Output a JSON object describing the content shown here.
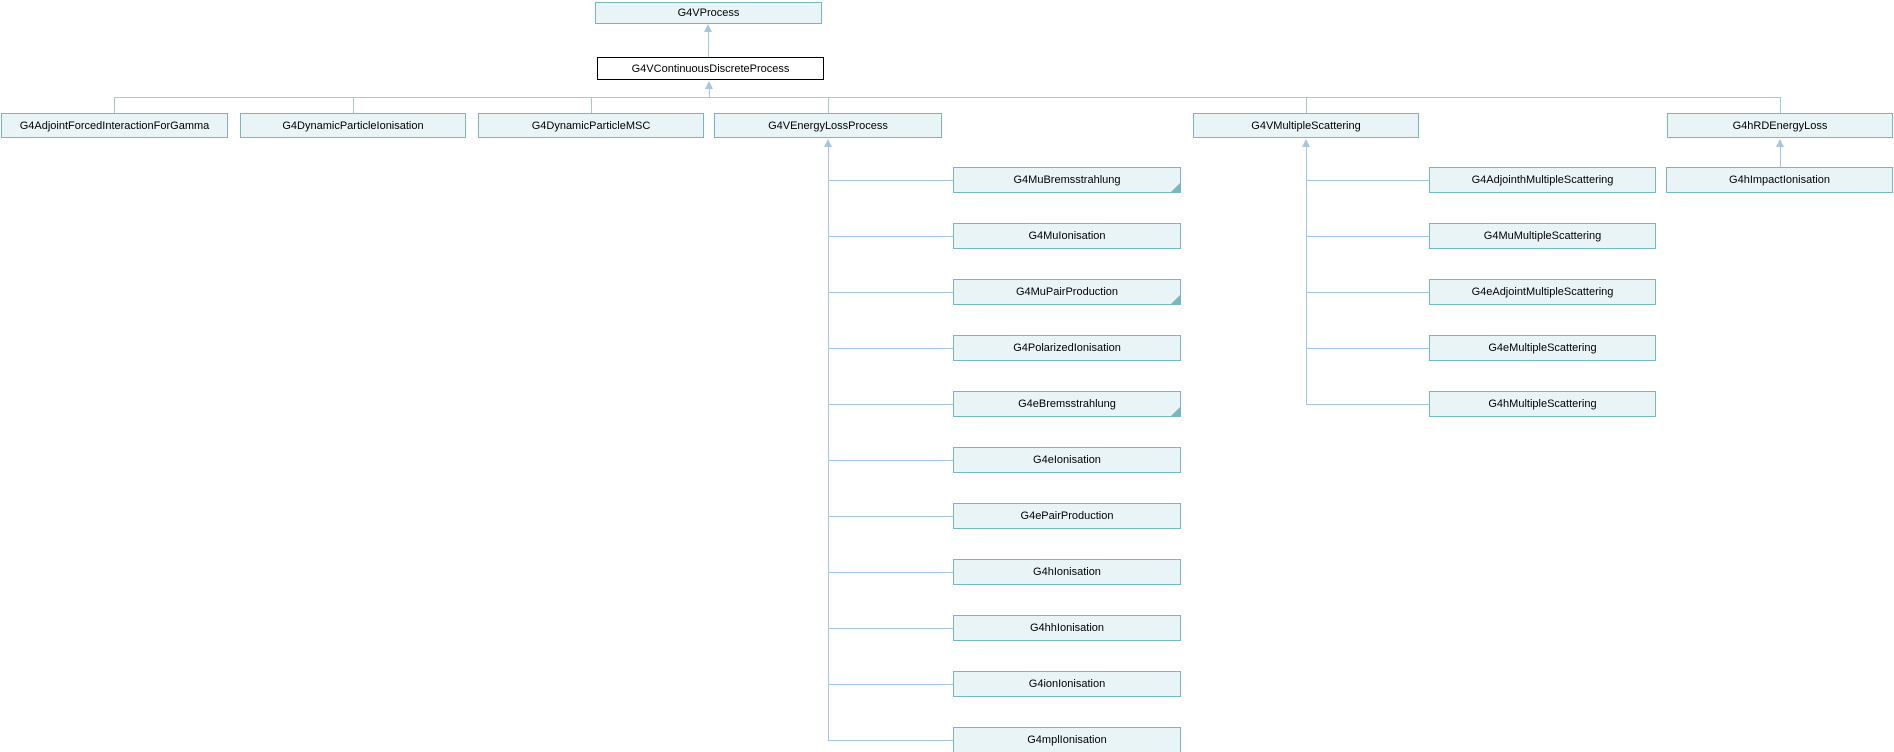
{
  "colors": {
    "node_border": "#74b9bd",
    "node_fill": "#e9f4f6",
    "current_node_border": "#000000",
    "current_node_fill": "#ffffff",
    "edge": "#a5c8e2",
    "text": "#000000"
  },
  "nodes": {
    "root": {
      "label": "G4VProcess"
    },
    "current": {
      "label": "G4VContinuousDiscreteProcess"
    },
    "level2": [
      {
        "label": "G4AdjointForcedInteractionForGamma"
      },
      {
        "label": "G4DynamicParticleIonisation"
      },
      {
        "label": "G4DynamicParticleMSC"
      },
      {
        "label": "G4VEnergyLossProcess"
      },
      {
        "label": "G4VMultipleScattering"
      },
      {
        "label": "G4hRDEnergyLoss"
      }
    ],
    "energyloss_children": [
      {
        "label": "G4MuBremsstrahlung",
        "has_subclasses": true
      },
      {
        "label": "G4MuIonisation",
        "has_subclasses": false
      },
      {
        "label": "G4MuPairProduction",
        "has_subclasses": true
      },
      {
        "label": "G4PolarizedIonisation",
        "has_subclasses": false
      },
      {
        "label": "G4eBremsstrahlung",
        "has_subclasses": true
      },
      {
        "label": "G4eIonisation",
        "has_subclasses": false
      },
      {
        "label": "G4ePairProduction",
        "has_subclasses": false
      },
      {
        "label": "G4hIonisation",
        "has_subclasses": false
      },
      {
        "label": "G4hhIonisation",
        "has_subclasses": false
      },
      {
        "label": "G4ionIonisation",
        "has_subclasses": false
      },
      {
        "label": "G4mplIonisation",
        "has_subclasses": false
      }
    ],
    "ms_children": [
      {
        "label": "G4AdjointhMultipleScattering"
      },
      {
        "label": "G4MuMultipleScattering"
      },
      {
        "label": "G4eAdjointMultipleScattering"
      },
      {
        "label": "G4eMultipleScattering"
      },
      {
        "label": "G4hMultipleScattering"
      }
    ],
    "hrd_children": [
      {
        "label": "G4hImpactIonisation"
      }
    ]
  }
}
